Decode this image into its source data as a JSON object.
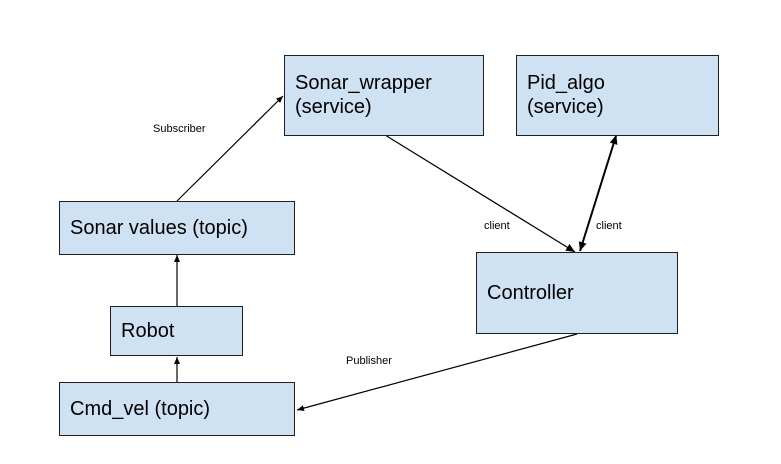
{
  "nodes": {
    "sonar_wrapper": "Sonar_wrapper\n(service)",
    "pid_algo": "Pid_algo\n(service)",
    "sonar_values": "Sonar values (topic)",
    "controller": "Controller",
    "robot": "Robot",
    "cmd_vel": "Cmd_vel (topic)"
  },
  "edge_labels": {
    "subscriber": "Subscriber",
    "client_left": "client",
    "client_right": "client",
    "publisher": "Publisher"
  },
  "colors": {
    "node_fill": "#cfe2f3",
    "node_border": "#1f1f1f",
    "edge": "#000000"
  }
}
